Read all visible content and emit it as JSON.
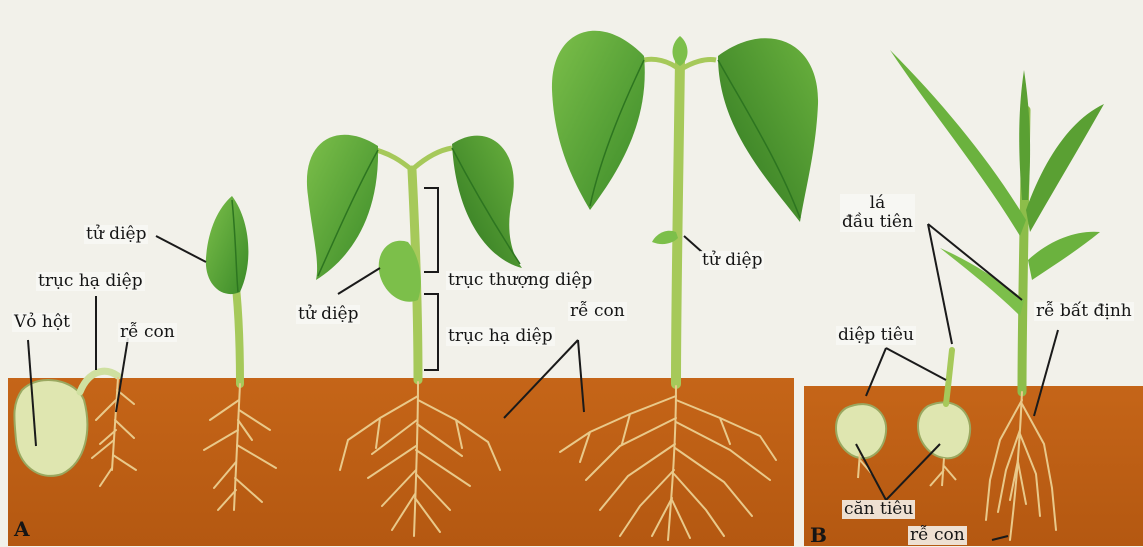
{
  "panel_a": {
    "letter": "A",
    "labels": {
      "vo_hot": "Vỏ hột",
      "truc_ha_diep_1": "trục hạ diệp",
      "tu_diep_1": "tử diệp",
      "re_con_1": "rễ con",
      "tu_diep_2": "tử diệp",
      "truc_thuong_diep": "trục thượng diệp",
      "truc_ha_diep_2": "trục hạ diệp",
      "re_con_2": "rễ con",
      "tu_diep_3": "tử diệp"
    }
  },
  "panel_b": {
    "letter": "B",
    "labels": {
      "la_dau_tien": "lá\nđầu tiên",
      "diep_tieu": "diệp tiêu",
      "re_bat_dinh": "rễ bất định",
      "can_tieu": "căn tiêu",
      "re_con": "rễ con"
    }
  },
  "colors": {
    "soil": "#c8681c",
    "soil_dark": "#a9520f",
    "root": "#e9c98a",
    "leaf": "#5aa033",
    "leaf_dark": "#2f7a22",
    "stem": "#a6c95a",
    "seed": "#dfe6b0",
    "background": "#f2f1ea"
  }
}
